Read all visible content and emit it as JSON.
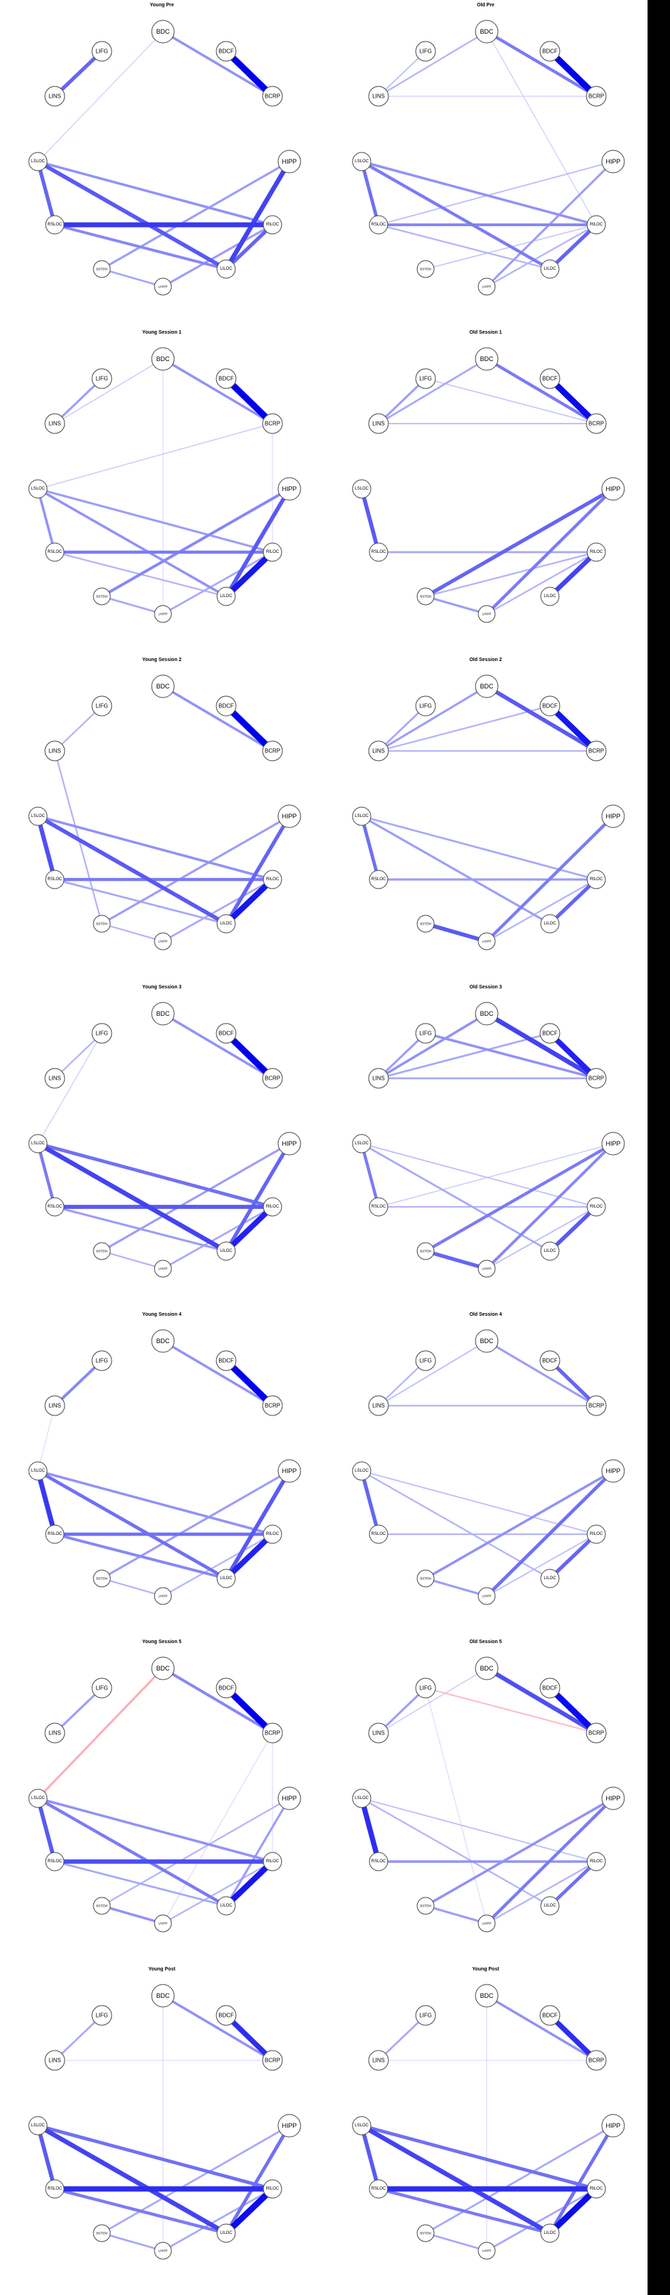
{
  "colors": {
    "positive_edge": "#0000ee",
    "negative_edge": "#ee3344",
    "node_fill": "#ffffff",
    "node_border": "#444444",
    "side_bar": "#000000"
  },
  "nodes": [
    {
      "id": "BDC",
      "label": "BDC",
      "size": "large"
    },
    {
      "id": "BDCF",
      "label": "BDCF",
      "size": "medium"
    },
    {
      "id": "BCRP",
      "label": "BCRP",
      "size": "medium"
    },
    {
      "id": "LIFG",
      "label": "LIFG",
      "size": "medium"
    },
    {
      "id": "LINS",
      "label": "LINS",
      "size": "medium"
    },
    {
      "id": "HIPP",
      "label": "HIPP",
      "size": "large"
    },
    {
      "id": "LSLOC",
      "label": "LSLOC",
      "size": "small"
    },
    {
      "id": "RSLOC",
      "label": "RSLOC",
      "size": "small"
    },
    {
      "id": "RILOC",
      "label": "RILOC",
      "size": "small"
    },
    {
      "id": "LILOC",
      "label": "LILOC",
      "size": "small"
    },
    {
      "id": "BSTEM",
      "label": "BSTEM",
      "size": "tiny"
    },
    {
      "id": "LHIPP",
      "label": "LHIPP",
      "size": "tiny"
    }
  ],
  "panels": [
    {
      "title": "Young Pre",
      "edges": [
        [
          "BDC",
          "BCRP",
          0.35
        ],
        [
          "BDCF",
          "BCRP",
          1
        ],
        [
          "LIFG",
          "LINS",
          0.55
        ],
        [
          "LSLOC",
          "BDC",
          0.08
        ],
        [
          "LSLOC",
          "RSLOC",
          0.55
        ],
        [
          "LSLOC",
          "LILOC",
          0.6
        ],
        [
          "LSLOC",
          "RILOC",
          0.35
        ],
        [
          "RSLOC",
          "RILOC",
          0.75
        ],
        [
          "RSLOC",
          "LILOC",
          0.4
        ],
        [
          "HIPP",
          "LILOC",
          0.7
        ],
        [
          "HIPP",
          "BSTEM",
          0.3
        ],
        [
          "BSTEM",
          "LHIPP",
          0.25
        ],
        [
          "LILOC",
          "RILOC",
          0.55
        ],
        [
          "LHIPP",
          "RILOC",
          0.3
        ]
      ]
    },
    {
      "title": "Old Pre",
      "edges": [
        [
          "BDC",
          "BCRP",
          0.45
        ],
        [
          "BDCF",
          "BCRP",
          1
        ],
        [
          "BDC",
          "LINS",
          0.2
        ],
        [
          "LIFG",
          "LINS",
          0.15
        ],
        [
          "LINS",
          "BCRP",
          0.08
        ],
        [
          "BDC",
          "RILOC",
          0.08
        ],
        [
          "LSLOC",
          "RSLOC",
          0.5
        ],
        [
          "LSLOC",
          "LILOC",
          0.45
        ],
        [
          "LSLOC",
          "RILOC",
          0.35
        ],
        [
          "RSLOC",
          "RILOC",
          0.4
        ],
        [
          "RSLOC",
          "HIPP",
          0.15
        ],
        [
          "HIPP",
          "LHIPP",
          0.3
        ],
        [
          "LILOC",
          "RILOC",
          0.55
        ],
        [
          "BSTEM",
          "RILOC",
          0.12
        ],
        [
          "LHIPP",
          "RILOC",
          0.2
        ],
        [
          "RSLOC",
          "LILOC",
          0.2
        ]
      ]
    },
    {
      "title": "Young Session 1",
      "edges": [
        [
          "BDC",
          "BCRP",
          0.35
        ],
        [
          "BDCF",
          "BCRP",
          1
        ],
        [
          "LIFG",
          "LINS",
          0.3
        ],
        [
          "LINS",
          "BDC",
          0.1
        ],
        [
          "LSLOC",
          "BCRP",
          0.1
        ],
        [
          "LSLOC",
          "RSLOC",
          0.35
        ],
        [
          "LSLOC",
          "LILOC",
          0.35
        ],
        [
          "LSLOC",
          "RILOC",
          0.3
        ],
        [
          "RSLOC",
          "RILOC",
          0.45
        ],
        [
          "RSLOC",
          "LILOC",
          0.2
        ],
        [
          "HIPP",
          "LILOC",
          0.6
        ],
        [
          "HIPP",
          "BSTEM",
          0.4
        ],
        [
          "BSTEM",
          "LHIPP",
          0.25
        ],
        [
          "LILOC",
          "RILOC",
          0.9
        ],
        [
          "LHIPP",
          "RILOC",
          0.25
        ],
        [
          "BDC",
          "LHIPP",
          0.05
        ],
        [
          "BCRP",
          "RILOC",
          0.05
        ]
      ]
    },
    {
      "title": "Old Session 1",
      "edges": [
        [
          "BDC",
          "BCRP",
          0.45
        ],
        [
          "BDCF",
          "BCRP",
          0.95
        ],
        [
          "LIFG",
          "LINS",
          0.3
        ],
        [
          "LINS",
          "BDC",
          0.25
        ],
        [
          "LINS",
          "BCRP",
          0.15
        ],
        [
          "LIFG",
          "BCRP",
          0.12
        ],
        [
          "LSLOC",
          "RSLOC",
          0.6
        ],
        [
          "RSLOC",
          "RILOC",
          0.25
        ],
        [
          "HIPP",
          "BSTEM",
          0.55
        ],
        [
          "HIPP",
          "LHIPP",
          0.45
        ],
        [
          "BSTEM",
          "LHIPP",
          0.3
        ],
        [
          "LILOC",
          "RILOC",
          0.7
        ],
        [
          "BSTEM",
          "RILOC",
          0.2
        ],
        [
          "LHIPP",
          "RILOC",
          0.2
        ]
      ]
    },
    {
      "title": "Young Session 2",
      "edges": [
        [
          "BDC",
          "BCRP",
          0.35
        ],
        [
          "BDCF",
          "BCRP",
          1
        ],
        [
          "LIFG",
          "LINS",
          0.2
        ],
        [
          "LINS",
          "BSTEM",
          0.2
        ],
        [
          "LSLOC",
          "RSLOC",
          0.65
        ],
        [
          "LSLOC",
          "LILOC",
          0.6
        ],
        [
          "LSLOC",
          "RILOC",
          0.35
        ],
        [
          "RSLOC",
          "RILOC",
          0.45
        ],
        [
          "RSLOC",
          "LILOC",
          0.25
        ],
        [
          "HIPP",
          "LILOC",
          0.55
        ],
        [
          "HIPP",
          "BSTEM",
          0.3
        ],
        [
          "BSTEM",
          "LHIPP",
          0.2
        ],
        [
          "LILOC",
          "RILOC",
          0.9
        ],
        [
          "LHIPP",
          "RILOC",
          0.25
        ]
      ]
    },
    {
      "title": "Old Session 2",
      "edges": [
        [
          "BDC",
          "BCRP",
          0.6
        ],
        [
          "BDCF",
          "BCRP",
          0.9
        ],
        [
          "BDC",
          "LINS",
          0.3
        ],
        [
          "LIFG",
          "LINS",
          0.25
        ],
        [
          "LINS",
          "BDCF",
          0.2
        ],
        [
          "LINS",
          "BCRP",
          0.2
        ],
        [
          "LSLOC",
          "RSLOC",
          0.5
        ],
        [
          "LSLOC",
          "LILOC",
          0.3
        ],
        [
          "LSLOC",
          "RILOC",
          0.25
        ],
        [
          "RSLOC",
          "RILOC",
          0.3
        ],
        [
          "HIPP",
          "LHIPP",
          0.45
        ],
        [
          "BSTEM",
          "LHIPP",
          0.6
        ],
        [
          "LILOC",
          "RILOC",
          0.55
        ],
        [
          "LHIPP",
          "RILOC",
          0.2
        ]
      ]
    },
    {
      "title": "Young Session 3",
      "edges": [
        [
          "BDC",
          "BCRP",
          0.35
        ],
        [
          "BDCF",
          "BCRP",
          1
        ],
        [
          "LIFG",
          "LINS",
          0.2
        ],
        [
          "LIFG",
          "LSLOC",
          0.08
        ],
        [
          "LSLOC",
          "RSLOC",
          0.45
        ],
        [
          "LSLOC",
          "LILOC",
          0.7
        ],
        [
          "LSLOC",
          "RILOC",
          0.5
        ],
        [
          "RSLOC",
          "RILOC",
          0.6
        ],
        [
          "RSLOC",
          "LILOC",
          0.3
        ],
        [
          "HIPP",
          "LILOC",
          0.55
        ],
        [
          "HIPP",
          "BSTEM",
          0.3
        ],
        [
          "BSTEM",
          "LHIPP",
          0.2
        ],
        [
          "LILOC",
          "RILOC",
          0.85
        ],
        [
          "LHIPP",
          "RILOC",
          0.25
        ]
      ]
    },
    {
      "title": "Old Session 3",
      "edges": [
        [
          "BDC",
          "BCRP",
          0.7
        ],
        [
          "BDCF",
          "BCRP",
          0.85
        ],
        [
          "BDC",
          "LINS",
          0.35
        ],
        [
          "LIFG",
          "LINS",
          0.3
        ],
        [
          "LIFG",
          "BCRP",
          0.35
        ],
        [
          "LINS",
          "BDCF",
          0.25
        ],
        [
          "LINS",
          "BCRP",
          0.25
        ],
        [
          "LSLOC",
          "RSLOC",
          0.45
        ],
        [
          "LSLOC",
          "LILOC",
          0.25
        ],
        [
          "LSLOC",
          "RILOC",
          0.15
        ],
        [
          "RSLOC",
          "RILOC",
          0.2
        ],
        [
          "HIPP",
          "BSTEM",
          0.45
        ],
        [
          "HIPP",
          "LHIPP",
          0.4
        ],
        [
          "BSTEM",
          "LHIPP",
          0.55
        ],
        [
          "LILOC",
          "RILOC",
          0.6
        ],
        [
          "LHIPP",
          "RILOC",
          0.15
        ],
        [
          "RSLOC",
          "HIPP",
          0.1
        ]
      ]
    },
    {
      "title": "Young Session 4",
      "edges": [
        [
          "BDC",
          "BCRP",
          0.35
        ],
        [
          "BDCF",
          "BCRP",
          1
        ],
        [
          "LIFG",
          "LINS",
          0.4
        ],
        [
          "LSLOC",
          "RSLOC",
          0.75
        ],
        [
          "LSLOC",
          "LILOC",
          0.5
        ],
        [
          "LSLOC",
          "RILOC",
          0.35
        ],
        [
          "RSLOC",
          "RILOC",
          0.5
        ],
        [
          "RSLOC",
          "LILOC",
          0.4
        ],
        [
          "HIPP",
          "LILOC",
          0.6
        ],
        [
          "HIPP",
          "BSTEM",
          0.3
        ],
        [
          "BSTEM",
          "LHIPP",
          0.2
        ],
        [
          "LILOC",
          "RILOC",
          0.85
        ],
        [
          "LHIPP",
          "RILOC",
          0.2
        ],
        [
          "LINS",
          "LSLOC",
          0.05
        ]
      ]
    },
    {
      "title": "Old Session 4",
      "edges": [
        [
          "BDC",
          "BCRP",
          0.3
        ],
        [
          "BDCF",
          "BCRP",
          0.55
        ],
        [
          "LIFG",
          "LINS",
          0.2
        ],
        [
          "LINS",
          "BCRP",
          0.2
        ],
        [
          "LINS",
          "BDC",
          0.15
        ],
        [
          "LSLOC",
          "RSLOC",
          0.55
        ],
        [
          "LSLOC",
          "LILOC",
          0.2
        ],
        [
          "LSLOC",
          "RILOC",
          0.15
        ],
        [
          "RSLOC",
          "RILOC",
          0.2
        ],
        [
          "HIPP",
          "BSTEM",
          0.35
        ],
        [
          "HIPP",
          "LHIPP",
          0.5
        ],
        [
          "BSTEM",
          "LHIPP",
          0.3
        ],
        [
          "LILOC",
          "RILOC",
          0.55
        ],
        [
          "LHIPP",
          "RILOC",
          0.15
        ]
      ]
    },
    {
      "title": "Young Session 5",
      "edges": [
        [
          "BDC",
          "BCRP",
          0.4
        ],
        [
          "BDCF",
          "BCRP",
          1
        ],
        [
          "LIFG",
          "LINS",
          0.3
        ],
        [
          "BDC",
          "LSLOC",
          -0.3
        ],
        [
          "LSLOC",
          "RSLOC",
          0.6
        ],
        [
          "LSLOC",
          "LILOC",
          0.45
        ],
        [
          "LSLOC",
          "RILOC",
          0.35
        ],
        [
          "RSLOC",
          "RILOC",
          0.65
        ],
        [
          "RSLOC",
          "LILOC",
          0.25
        ],
        [
          "HIPP",
          "LILOC",
          0.3
        ],
        [
          "HIPP",
          "BSTEM",
          0.2
        ],
        [
          "BSTEM",
          "LHIPP",
          0.35
        ],
        [
          "LILOC",
          "RILOC",
          0.9
        ],
        [
          "LHIPP",
          "RILOC",
          0.2
        ],
        [
          "BCRP",
          "LHIPP",
          0.05
        ],
        [
          "BCRP",
          "RILOC",
          0.05
        ]
      ]
    },
    {
      "title": "Old Session 5",
      "edges": [
        [
          "BDC",
          "BCRP",
          0.65
        ],
        [
          "BDCF",
          "BCRP",
          0.95
        ],
        [
          "LIFG",
          "LINS",
          0.3
        ],
        [
          "LIFG",
          "BCRP",
          -0.2
        ],
        [
          "LINS",
          "BDC",
          0.1
        ],
        [
          "LSLOC",
          "RSLOC",
          0.8
        ],
        [
          "LSLOC",
          "LILOC",
          0.2
        ],
        [
          "LSLOC",
          "RILOC",
          0.15
        ],
        [
          "RSLOC",
          "RILOC",
          0.35
        ],
        [
          "HIPP",
          "BSTEM",
          0.35
        ],
        [
          "HIPP",
          "LHIPP",
          0.45
        ],
        [
          "BSTEM",
          "LHIPP",
          0.3
        ],
        [
          "LILOC",
          "RILOC",
          0.5
        ],
        [
          "LHIPP",
          "RILOC",
          0.2
        ],
        [
          "LIFG",
          "LHIPP",
          0.05
        ]
      ]
    },
    {
      "title": "Young Post",
      "edges": [
        [
          "BDC",
          "BCRP",
          0.35
        ],
        [
          "BDCF",
          "BCRP",
          0.8
        ],
        [
          "LIFG",
          "LINS",
          0.25
        ],
        [
          "LINS",
          "BCRP",
          0.05
        ],
        [
          "BDC",
          "LHIPP",
          0.05
        ],
        [
          "LSLOC",
          "RSLOC",
          0.6
        ],
        [
          "LSLOC",
          "LILOC",
          0.7
        ],
        [
          "LSLOC",
          "RILOC",
          0.5
        ],
        [
          "RSLOC",
          "RILOC",
          0.8
        ],
        [
          "RSLOC",
          "LILOC",
          0.45
        ],
        [
          "HIPP",
          "LILOC",
          0.5
        ],
        [
          "HIPP",
          "BSTEM",
          0.25
        ],
        [
          "BSTEM",
          "LHIPP",
          0.25
        ],
        [
          "LILOC",
          "RILOC",
          0.95
        ],
        [
          "LHIPP",
          "RILOC",
          0.25
        ]
      ]
    },
    {
      "title": "Young Post",
      "edges": [
        [
          "BDC",
          "BCRP",
          0.35
        ],
        [
          "BDCF",
          "BCRP",
          0.8
        ],
        [
          "LIFG",
          "LINS",
          0.25
        ],
        [
          "LINS",
          "BCRP",
          0.05
        ],
        [
          "BDC",
          "LHIPP",
          0.05
        ],
        [
          "LSLOC",
          "RSLOC",
          0.6
        ],
        [
          "LSLOC",
          "LILOC",
          0.7
        ],
        [
          "LSLOC",
          "RILOC",
          0.5
        ],
        [
          "RSLOC",
          "RILOC",
          0.8
        ],
        [
          "RSLOC",
          "LILOC",
          0.45
        ],
        [
          "HIPP",
          "LILOC",
          0.5
        ],
        [
          "HIPP",
          "BSTEM",
          0.25
        ],
        [
          "BSTEM",
          "LHIPP",
          0.25
        ],
        [
          "LILOC",
          "RILOC",
          0.95
        ],
        [
          "LHIPP",
          "RILOC",
          0.25
        ]
      ]
    }
  ]
}
